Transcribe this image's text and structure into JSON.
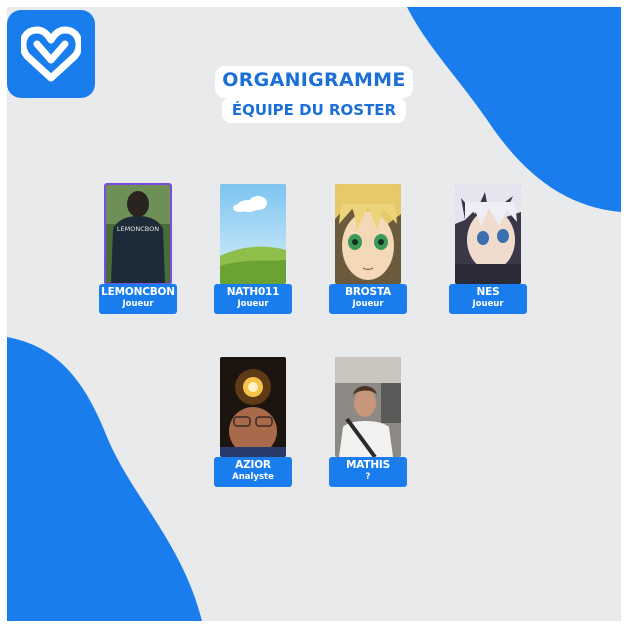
{
  "header": {
    "title": "ORGANIGRAMME",
    "subtitle": "ÉQUIPE DU ROSTER"
  },
  "logo": {
    "icon": "heart-m-logo-icon"
  },
  "colors": {
    "brand_blue": "#1a7ded",
    "title_blue": "#1a6fd8",
    "highlight": "#7b4ce0",
    "background": "#e9eaec"
  },
  "members": [
    {
      "name": "LEMONCBON",
      "role": "Joueur",
      "photo": "person-back-photo",
      "shirt_text": "LEMONCBON"
    },
    {
      "name": "NATH011",
      "role": "Joueur",
      "photo": "landscape-placeholder-photo"
    },
    {
      "name": "BROSTA",
      "role": "Joueur",
      "photo": "anime-character-photo"
    },
    {
      "name": "NES",
      "role": "Joueur",
      "photo": "anime-character-photo"
    },
    {
      "name": "AZIOR",
      "role": "Analyste",
      "photo": "selfie-with-lamp-photo"
    },
    {
      "name": "MATHIS",
      "role": "?",
      "photo": "car-selfie-photo"
    }
  ]
}
